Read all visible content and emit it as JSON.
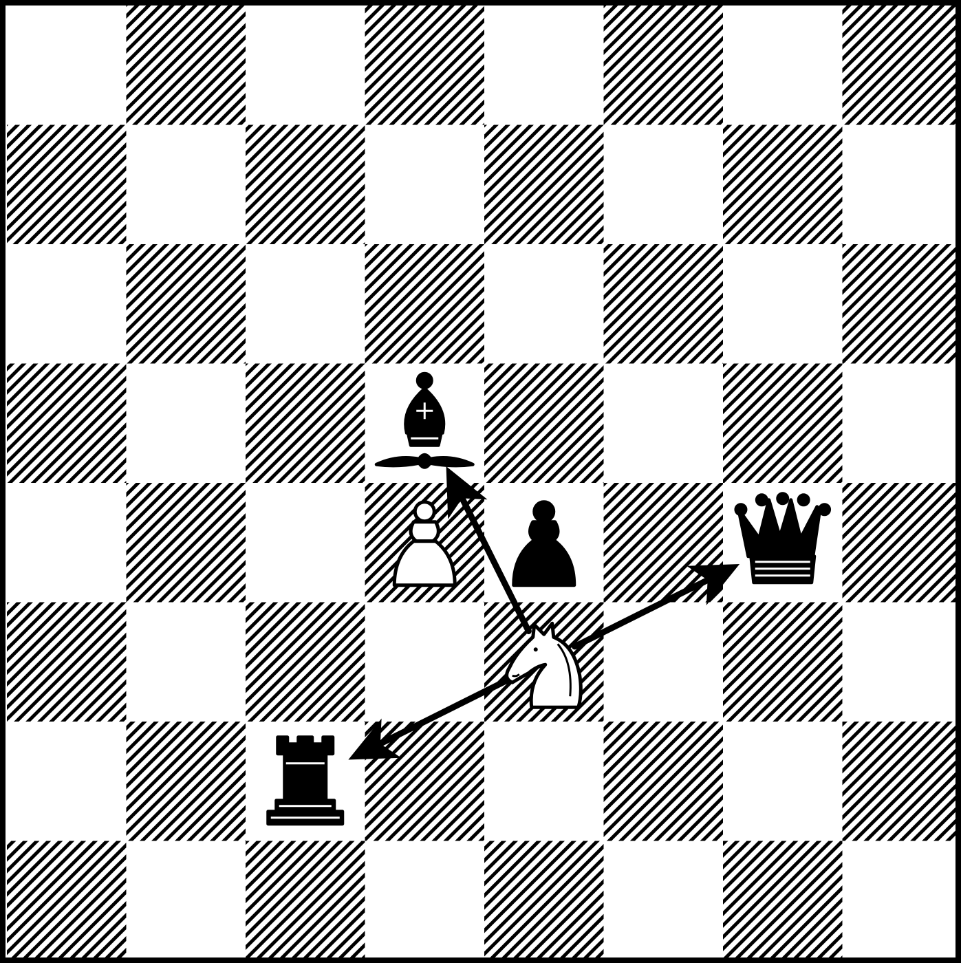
{
  "board": {
    "files": [
      "a",
      "b",
      "c",
      "d",
      "e",
      "f",
      "g",
      "h"
    ],
    "ranks": [
      8,
      7,
      6,
      5,
      4,
      3,
      2,
      1
    ],
    "light_square_color": "#ffffff",
    "dark_square_style": "diagonal-hatch",
    "ink_color": "#000000"
  },
  "pieces": [
    {
      "square": "d5",
      "type": "bishop",
      "color": "black",
      "name": "black-bishop"
    },
    {
      "square": "d4",
      "type": "pawn",
      "color": "white",
      "name": "white-pawn"
    },
    {
      "square": "e4",
      "type": "pawn",
      "color": "black",
      "name": "black-pawn"
    },
    {
      "square": "g4",
      "type": "queen",
      "color": "black",
      "name": "black-queen"
    },
    {
      "square": "e3",
      "type": "knight",
      "color": "white",
      "name": "white-knight"
    },
    {
      "square": "c2",
      "type": "rook",
      "color": "black",
      "name": "black-rook"
    }
  ],
  "arrows": [
    {
      "from": "e3",
      "to": "d5",
      "name": "arrow-knight-to-bishop"
    },
    {
      "from": "e3",
      "to": "g4",
      "name": "arrow-knight-to-queen"
    },
    {
      "from": "e3",
      "to": "c2",
      "name": "arrow-knight-to-rook"
    }
  ]
}
